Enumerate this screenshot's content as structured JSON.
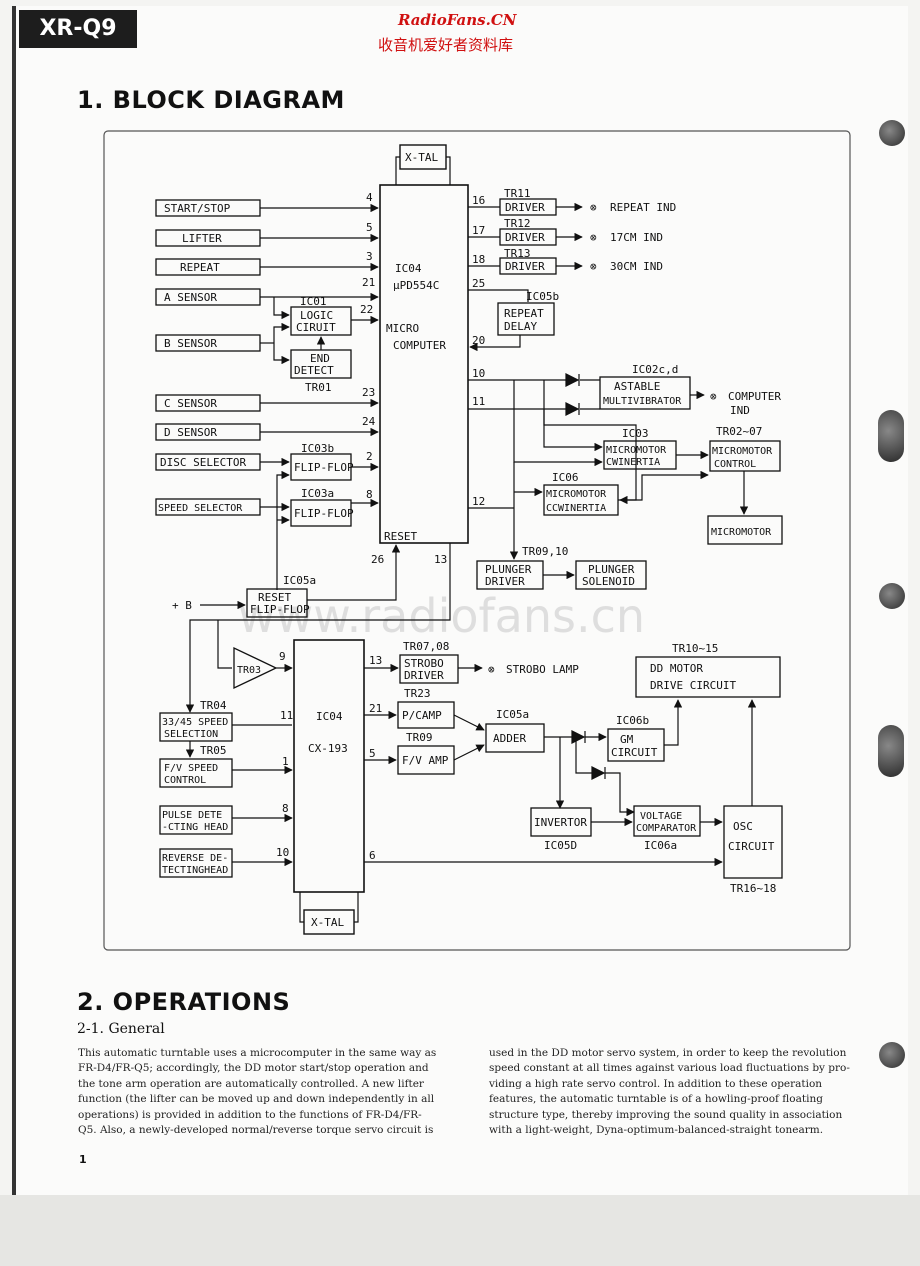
{
  "header": {
    "model": "XR-Q9",
    "watermark_site": "RadioFans.CN",
    "watermark_cn": "收音机爱好者资料库"
  },
  "section1": {
    "title": "1. BLOCK DIAGRAM"
  },
  "diagram": {
    "watermark": "www.radiofans.cn",
    "labels": {
      "xtal_top": "X-TAL",
      "start_stop": "START/STOP",
      "lifter": "LIFTER",
      "repeat": "REPEAT",
      "a_sensor": "A SENSOR",
      "b_sensor": "B SENSOR",
      "c_sensor": "C SENSOR",
      "d_sensor": "D SENSOR",
      "disc_selector": "DISC SELECTOR",
      "speed_selector": "SPEED SELECTOR",
      "ic01": "IC01",
      "logic1": "LOGIC",
      "logic2": "CIRUIT",
      "end1": "END",
      "end2": "DETECT",
      "tr01": "TR01",
      "ic03b": "IC03b",
      "ic03a": "IC03a",
      "flipflop": "FLIP-FLOP",
      "ic04a": "IC04",
      "upd": "μPD554C",
      "micro1": "MICRO",
      "micro2": "COMPUTER",
      "reset": "RESET",
      "p4": "4",
      "p5": "5",
      "p3": "3",
      "p21": "21",
      "p22": "22",
      "p23": "23",
      "p24": "24",
      "p2": "2",
      "p8": "8",
      "p26": "26",
      "p13": "13",
      "p16": "16",
      "p17": "17",
      "p18": "18",
      "p25": "25",
      "p20": "20",
      "p10": "10",
      "p11": "11",
      "p12": "12",
      "tr11": "TR11",
      "tr12": "TR12",
      "tr13": "TR13",
      "driver": "DRIVER",
      "repeat_ind": "REPEAT IND",
      "ind17": "17CM IND",
      "ind30": "30CM IND",
      "ic05b": "IC05b",
      "rdelay1": "REPEAT",
      "rdelay2": "DELAY",
      "ic02": "IC02c,d",
      "astable1": "ASTABLE",
      "astable2": "MULTIVIBRATOR",
      "comp_ind1": "COMPUTER",
      "comp_ind2": "IND",
      "ic03": "IC03",
      "mm_cw1": "MICROMOTOR",
      "mm_cw2": "CWINERTIA",
      "ic06": "IC06",
      "mm_ccw1": "MICROMOTOR",
      "mm_ccw2": "CCWINERTIA",
      "tr0207": "TR02~07",
      "mmc1": "MICROMOTOR",
      "mmc2": "CONTROL",
      "micromotor": "MICROMOTOR",
      "tr0910": "TR09,10",
      "plunger_drv1": "PLUNGER",
      "plunger_drv2": "DRIVER",
      "plunger_sol1": "PLUNGER",
      "plunger_sol2": "SOLENOID",
      "ic05a_r": "IC05a",
      "reset_ff1": "RESET",
      "reset_ff2": "FLIP-FLOP",
      "plus_b": "+ B",
      "tr03": "TR03",
      "p9": "9",
      "ic04b": "IC04",
      "cx": "CX-193",
      "tr04": "TR04",
      "sel1": "33/45 SPEED",
      "sel2": "SELECTION",
      "tr05": "TR05",
      "fv1": "F/V SPEED",
      "fv2": "CONTROL",
      "pulse1": "PULSE DETE",
      "pulse2": "-CTING HEAD",
      "rev1": "REVERSE DE-",
      "rev2": "TECTINGHEAD",
      "q11": "11",
      "q1": "1",
      "q8": "8",
      "q10": "10",
      "q13": "13",
      "q21": "21",
      "q5": "5",
      "q6": "6",
      "tr0708": "TR07,08",
      "strobo1": "STROBO",
      "strobo2": "DRIVER",
      "strobo_lamp": "STROBO LAMP",
      "tr23": "TR23",
      "pcamp": "P/CAMP",
      "tr09": "TR09",
      "fvamp": "F/V AMP",
      "ic05a": "IC05a",
      "adder": "ADDER",
      "ic06b": "IC06b",
      "gm1": "GM",
      "gm2": "CIRCUIT",
      "tr1015": "TR10~15",
      "dd1": "DD MOTOR",
      "dd2": "DRIVE CIRCUIT",
      "invertor": "INVERTOR",
      "ic05d": "IC05D",
      "vc1": "VOLTAGE",
      "vc2": "COMPARATOR",
      "ic06a": "IC06a",
      "osc1": "OSC",
      "osc2": "CIRCUIT",
      "tr1618": "TR16~18",
      "xtal_bot": "X-TAL"
    }
  },
  "section2": {
    "title": "2. OPERATIONS",
    "subtitle": "2-1.  General",
    "left_lines": [
      "This automatic turntable uses a microcomputer in the same way as",
      "FR-D4/FR-Q5; accordingly, the DD motor start/stop operation and",
      "the tone arm operation are automatically controlled. A new lifter",
      "function (the lifter can be moved up and down independently in all",
      "operations) is provided in addition to the functions of FR-D4/FR-",
      "Q5. Also, a newly-developed normal/reverse torque servo circuit is"
    ],
    "right_lines": [
      "used in the DD motor servo system, in order to keep the revolution",
      "speed constant at all times against various load fluctuations by pro-",
      "viding a high rate servo control. In addition to these operation",
      "features, the automatic turntable is of a howling-proof floating",
      "structure type, thereby improving the sound quality in association",
      "with a light-weight, Dyna-optimum-balanced-straight tonearm."
    ]
  },
  "page_number": "1"
}
